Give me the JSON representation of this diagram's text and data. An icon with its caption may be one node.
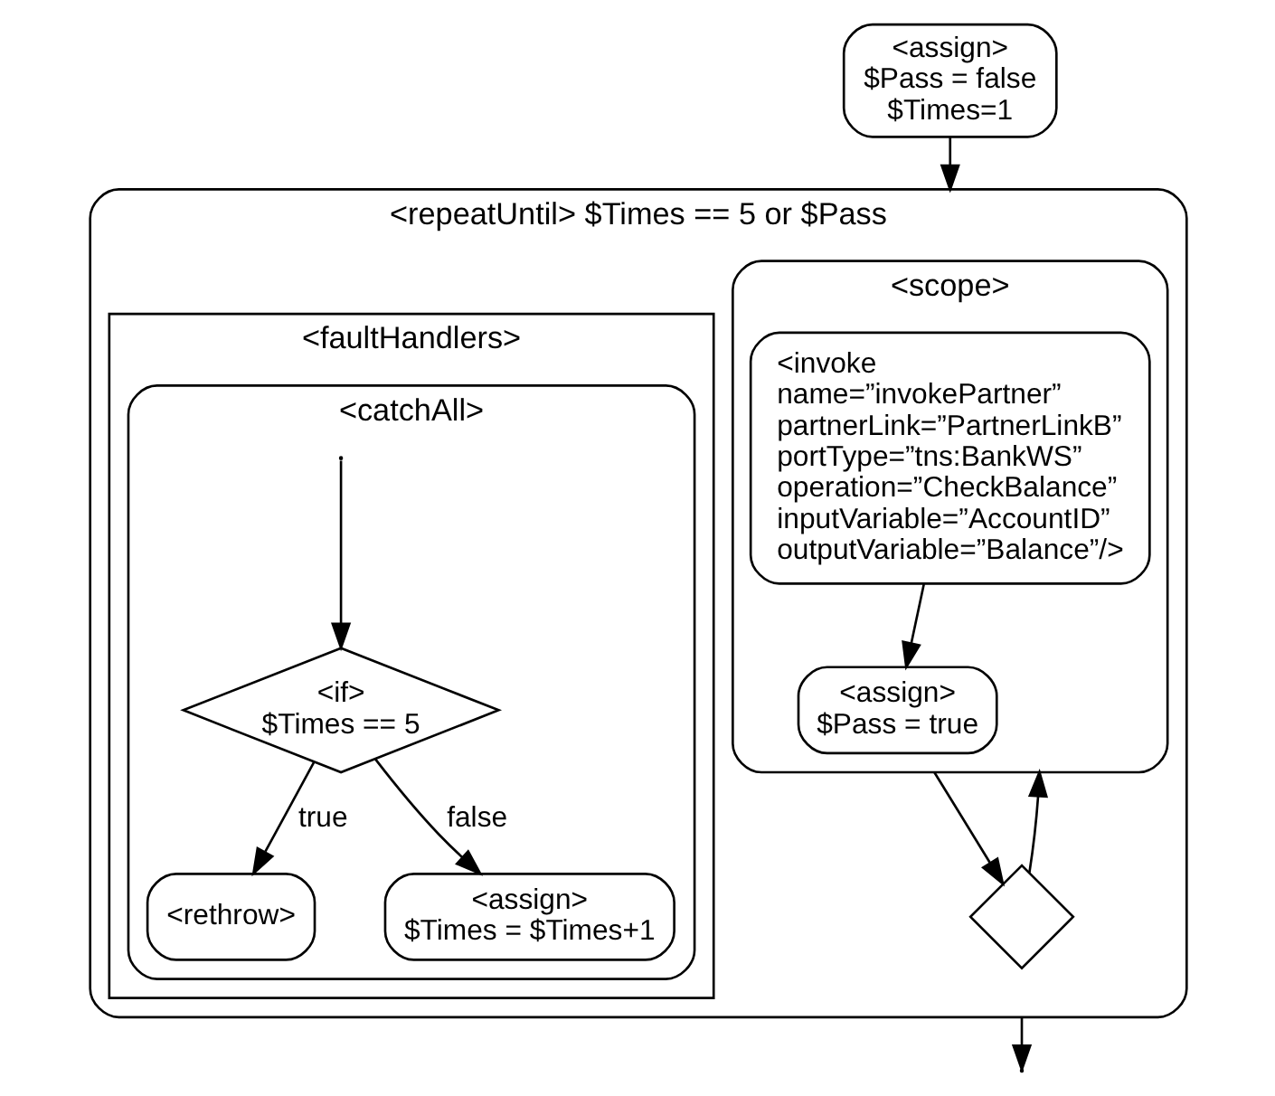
{
  "diagram": {
    "nodes": [
      {
        "text": [
          "<assign>",
          "$Pass = false $Times=1"
        ]
      },
      {
        "text": [
          "<repeatUntil> $Times == 5 or $Pass"
        ]
      },
      {
        "text": [
          "<scope>"
        ],
        "in": 1
      },
      {
        "text": [
          "<invoke name=”invokePartner” partnerLink=”PartnerLinkB” portType=”tns:BankWS” operation=”CheckBalance” inputVariable=”AccountID” outputVariable=”Balance”/>"
        ],
        "in": 2
      },
      {
        "text": [
          "<assign>",
          "$Pass = true"
        ],
        "in": 2
      },
      {
        "text": [
          "<faultHandlers>"
        ],
        "in": 1
      },
      {
        "text": [
          "<catchAll>"
        ],
        "in": 5
      },
      {
        "text": [
          "<if>",
          "$Times == 5"
        ],
        "in": 6
      },
      {
        "text": [
          "<rethrow>"
        ],
        "in": 6
      },
      {
        "text": [
          "<assign>",
          "$Times = $Times+1"
        ],
        "in": 6
      },
      {
        "text": [],
        "shape": "diamond",
        "in": 1
      }
    ],
    "edges": [
      {
        "from": 0,
        "to": 1,
        "arrow": "to"
      },
      {
        "from": 10,
        "to": 2,
        "arrow": "to"
      },
      {
        "from": 3,
        "to": 4,
        "arrow": "to"
      },
      {
        "from": 2,
        "to": 10,
        "arrow": "to"
      },
      {
        "from": null,
        "to": 7,
        "arrow": "to"
      },
      {
        "from": 7,
        "to": 8,
        "label": "true",
        "arrow": "to"
      },
      {
        "from": 7,
        "to": 9,
        "label": "false",
        "arrow": "to"
      },
      {
        "from": 1,
        "to": null,
        "arrow": "to"
      }
    ]
  }
}
